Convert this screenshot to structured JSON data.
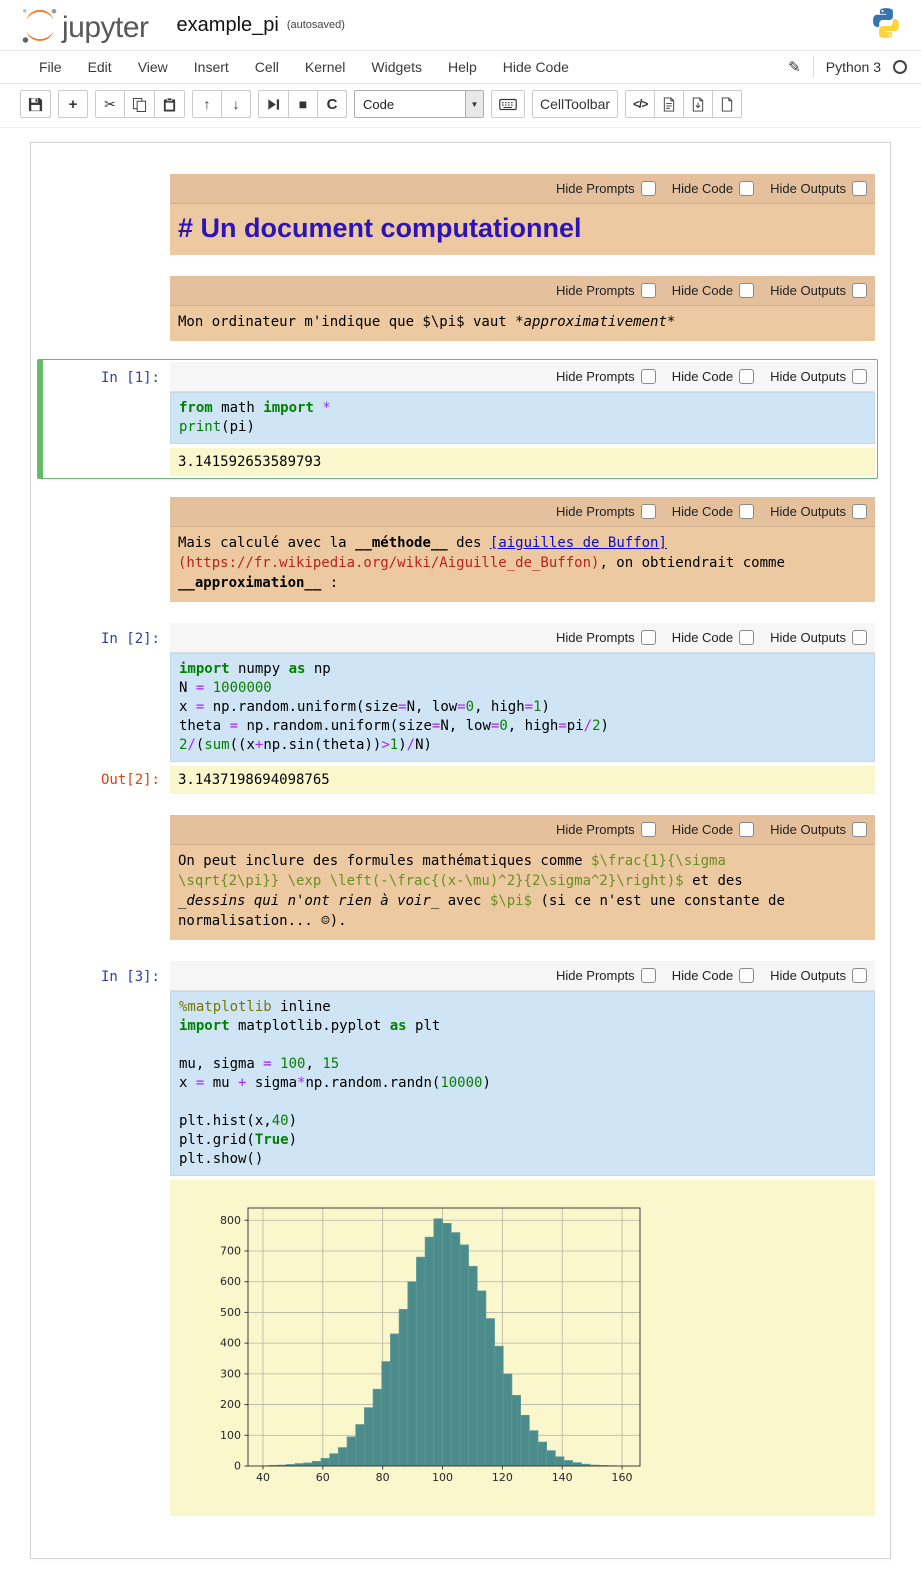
{
  "header": {
    "logo_text": "jupyter",
    "title": "example_pi",
    "autosave_status": "(autosaved)"
  },
  "menu": {
    "items": [
      "File",
      "Edit",
      "View",
      "Insert",
      "Cell",
      "Kernel",
      "Widgets",
      "Help",
      "Hide Code"
    ],
    "kernel_name": "Python 3"
  },
  "toolbar": {
    "cell_type_value": "Code",
    "celltoolbar_label": "CellToolbar",
    "code_icon_label": "</>"
  },
  "celltoolbar": {
    "hide_prompts": "Hide Prompts",
    "hide_code": "Hide Code",
    "hide_outputs": "Hide Outputs"
  },
  "cells": [
    {
      "type": "markdown",
      "lines": [
        [
          {
            "t": "# Un document computationnel",
            "c": "h1"
          }
        ]
      ]
    },
    {
      "type": "markdown",
      "lines": [
        [
          {
            "t": "Mon ordinateur m'indique que $\\pi$ vaut "
          },
          {
            "t": "*approximativement*",
            "c": "em"
          }
        ]
      ]
    },
    {
      "type": "code",
      "prompt_in": "In [1]:",
      "selected": true,
      "source": [
        [
          {
            "t": "from",
            "c": "kw"
          },
          {
            "t": " math "
          },
          {
            "t": "import",
            "c": "kw"
          },
          {
            "t": " "
          },
          {
            "t": "*",
            "c": "op"
          }
        ],
        [
          {
            "t": "print",
            "c": "bi"
          },
          {
            "t": "(pi)"
          }
        ]
      ],
      "output_text": "3.141592653589793"
    },
    {
      "type": "markdown",
      "lines": [
        [
          {
            "t": "Mais calculé avec la "
          },
          {
            "t": "__méthode__",
            "c": "strong"
          },
          {
            "t": " des "
          },
          {
            "t": "[aiguilles de Buffon]",
            "c": "link"
          }
        ],
        [
          {
            "t": "(https://fr.wikipedia.org/wiki/Aiguille_de_Buffon)",
            "c": "url"
          },
          {
            "t": ", on obtiendrait comme"
          }
        ],
        [
          {
            "t": "__approximation__",
            "c": "strong"
          },
          {
            "t": " :"
          }
        ]
      ]
    },
    {
      "type": "code",
      "prompt_in": "In [2]:",
      "prompt_out": "Out[2]:",
      "source": [
        [
          {
            "t": "import",
            "c": "kw"
          },
          {
            "t": " numpy "
          },
          {
            "t": "as",
            "c": "kw"
          },
          {
            "t": " np"
          }
        ],
        [
          {
            "t": "N "
          },
          {
            "t": "=",
            "c": "op"
          },
          {
            "t": " "
          },
          {
            "t": "1000000",
            "c": "num"
          }
        ],
        [
          {
            "t": "x "
          },
          {
            "t": "=",
            "c": "op"
          },
          {
            "t": " np.random.uniform(size"
          },
          {
            "t": "=",
            "c": "op"
          },
          {
            "t": "N, low"
          },
          {
            "t": "=",
            "c": "op"
          },
          {
            "t": "0",
            "c": "num"
          },
          {
            "t": ", high"
          },
          {
            "t": "=",
            "c": "op"
          },
          {
            "t": "1",
            "c": "num"
          },
          {
            "t": ")"
          }
        ],
        [
          {
            "t": "theta "
          },
          {
            "t": "=",
            "c": "op"
          },
          {
            "t": " np.random.uniform(size"
          },
          {
            "t": "=",
            "c": "op"
          },
          {
            "t": "N, low"
          },
          {
            "t": "=",
            "c": "op"
          },
          {
            "t": "0",
            "c": "num"
          },
          {
            "t": ", high"
          },
          {
            "t": "=",
            "c": "op"
          },
          {
            "t": "pi"
          },
          {
            "t": "/",
            "c": "op"
          },
          {
            "t": "2",
            "c": "num"
          },
          {
            "t": ")"
          }
        ],
        [
          {
            "t": "2",
            "c": "num"
          },
          {
            "t": "/",
            "c": "op"
          },
          {
            "t": "("
          },
          {
            "t": "sum",
            "c": "bi"
          },
          {
            "t": "((x"
          },
          {
            "t": "+",
            "c": "op"
          },
          {
            "t": "np.sin(theta))"
          },
          {
            "t": ">",
            "c": "op"
          },
          {
            "t": "1",
            "c": "num"
          },
          {
            "t": ")"
          },
          {
            "t": "/",
            "c": "op"
          },
          {
            "t": "N)"
          }
        ]
      ],
      "output_text": "3.1437198694098765"
    },
    {
      "type": "markdown",
      "lines": [
        [
          {
            "t": "On peut inclure des formules mathématiques comme "
          },
          {
            "t": "$\\frac{1}{\\sigma",
            "c": "math"
          }
        ],
        [
          {
            "t": "\\sqrt{2\\pi}} \\exp \\left(-\\frac{(x-\\mu)^2}{2\\sigma^2}\\right)$",
            "c": "math"
          },
          {
            "t": " et des"
          }
        ],
        [
          {
            "t": "_dessins qui n'ont rien à voir_",
            "c": "em"
          },
          {
            "t": " avec "
          },
          {
            "t": "$\\pi$",
            "c": "math"
          },
          {
            "t": " (si ce n'est une constante de"
          }
        ],
        [
          {
            "t": "normalisation... ☺)."
          }
        ]
      ]
    },
    {
      "type": "code",
      "prompt_in": "In [3]:",
      "source": [
        [
          {
            "t": "%matplotlib",
            "c": "magic"
          },
          {
            "t": " inline"
          }
        ],
        [
          {
            "t": "import",
            "c": "kw"
          },
          {
            "t": " matplotlib.pyplot "
          },
          {
            "t": "as",
            "c": "kw"
          },
          {
            "t": " plt"
          }
        ],
        [],
        [
          {
            "t": "mu, sigma "
          },
          {
            "t": "=",
            "c": "op"
          },
          {
            "t": " "
          },
          {
            "t": "100",
            "c": "num"
          },
          {
            "t": ", "
          },
          {
            "t": "15",
            "c": "num"
          }
        ],
        [
          {
            "t": "x "
          },
          {
            "t": "=",
            "c": "op"
          },
          {
            "t": " mu "
          },
          {
            "t": "+",
            "c": "op"
          },
          {
            "t": " sigma"
          },
          {
            "t": "*",
            "c": "op"
          },
          {
            "t": "np.random.randn("
          },
          {
            "t": "10000",
            "c": "num"
          },
          {
            "t": ")"
          }
        ],
        [],
        [
          {
            "t": "plt.hist(x,"
          },
          {
            "t": "40",
            "c": "num"
          },
          {
            "t": ")"
          }
        ],
        [
          {
            "t": "plt.grid("
          },
          {
            "t": "True",
            "c": "kw"
          },
          {
            "t": ")"
          }
        ],
        [
          {
            "t": "plt.show()"
          }
        ]
      ]
    }
  ],
  "chart_data": {
    "type": "bar",
    "title": "",
    "xlabel": "",
    "ylabel": "",
    "xlim": [
      35,
      166
    ],
    "ylim": [
      0,
      840
    ],
    "xticks": [
      40,
      60,
      80,
      100,
      120,
      140,
      160
    ],
    "yticks": [
      0,
      100,
      200,
      300,
      400,
      500,
      600,
      700,
      800
    ],
    "grid": true,
    "legend": false,
    "bin_start": 42,
    "bin_width": 2.9,
    "values": [
      2,
      3,
      5,
      8,
      10,
      15,
      25,
      40,
      60,
      95,
      135,
      190,
      250,
      340,
      430,
      510,
      600,
      680,
      745,
      805,
      790,
      760,
      720,
      650,
      570,
      480,
      390,
      300,
      230,
      165,
      115,
      78,
      50,
      30,
      18,
      11,
      6,
      3,
      2,
      1
    ],
    "bar_color": "#4d8c8c",
    "bar_edge": "#5f9b9b"
  }
}
